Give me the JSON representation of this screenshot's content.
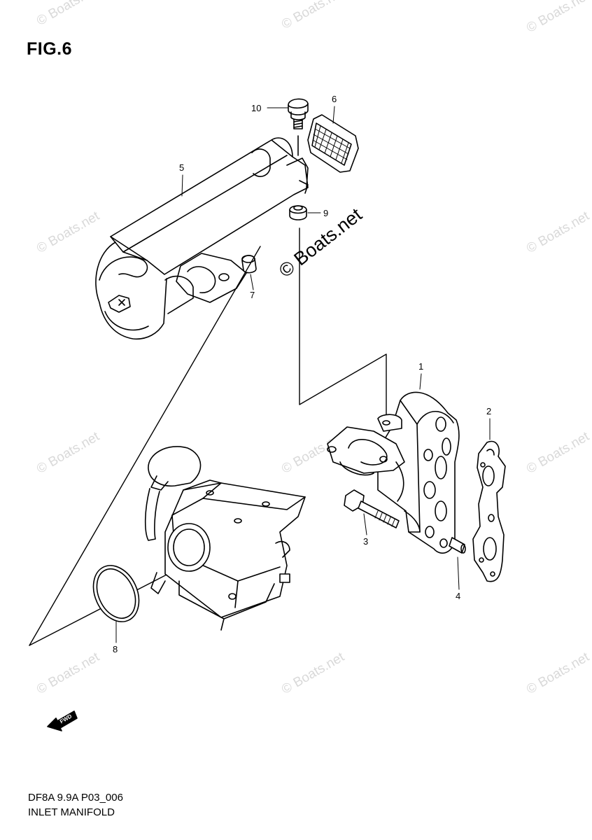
{
  "title": "FIG.6",
  "watermark": "© Boats.net",
  "watermark_center": "© Boats.net",
  "fwd_label": "FWD",
  "callouts": [
    "1",
    "2",
    "3",
    "4",
    "5",
    "6",
    "7",
    "8",
    "9",
    "10"
  ],
  "footer": {
    "code": "DF8A 9.9A P03_006",
    "name": "INLET MANIFOLD"
  }
}
